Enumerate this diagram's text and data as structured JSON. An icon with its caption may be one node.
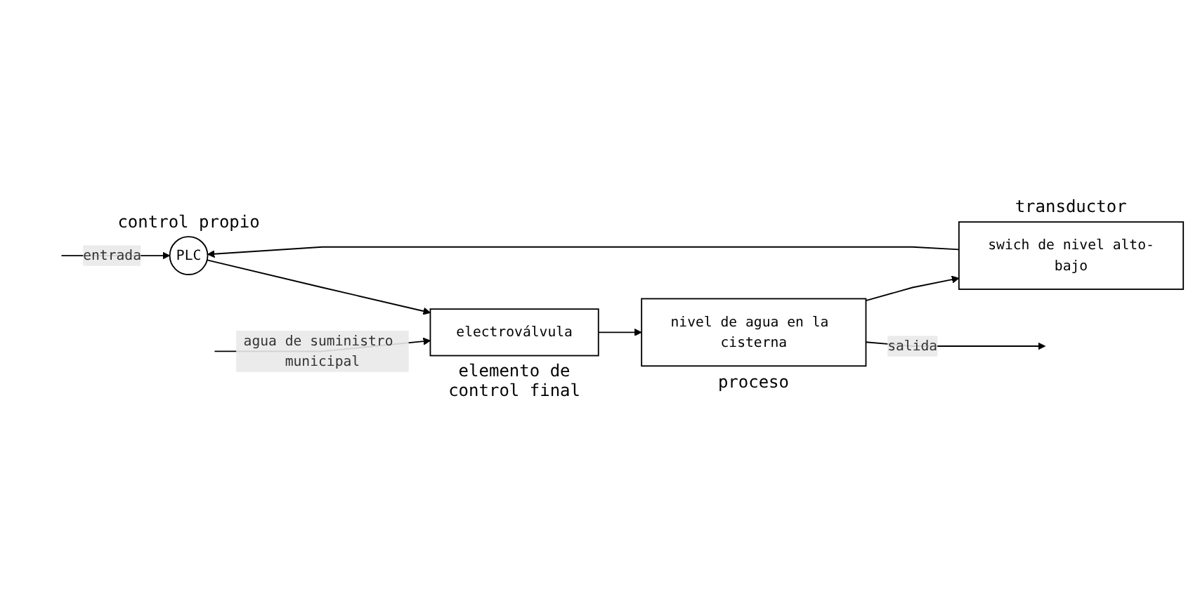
{
  "diagram": {
    "nodes": [
      {
        "text": [
          "PLC"
        ],
        "beside": [
          "control propio"
        ]
      },
      {
        "text": [
          "electroválvula"
        ],
        "beside": [
          "elemento de control final"
        ]
      },
      {
        "text": [
          "nivel de agua en la cisterna"
        ],
        "beside": [
          "proceso"
        ]
      },
      {
        "text": [
          "swich de nivel alto-bajo"
        ],
        "beside": [
          "transductor"
        ]
      }
    ],
    "edges": [
      {
        "from": null,
        "to": 0,
        "arrow": "to",
        "label": "entrada"
      },
      {
        "from": 0,
        "to": 1,
        "arrow": "to"
      },
      {
        "from": null,
        "to": 1,
        "arrow": "to",
        "label": "agua de suministro municipal"
      },
      {
        "from": 1,
        "to": 2,
        "arrow": "to"
      },
      {
        "from": 2,
        "to": null,
        "arrow": "to",
        "label": "salida"
      },
      {
        "from": 2,
        "to": 3,
        "arrow": "to"
      },
      {
        "from": 3,
        "to": 0,
        "arrow": "to"
      }
    ]
  }
}
